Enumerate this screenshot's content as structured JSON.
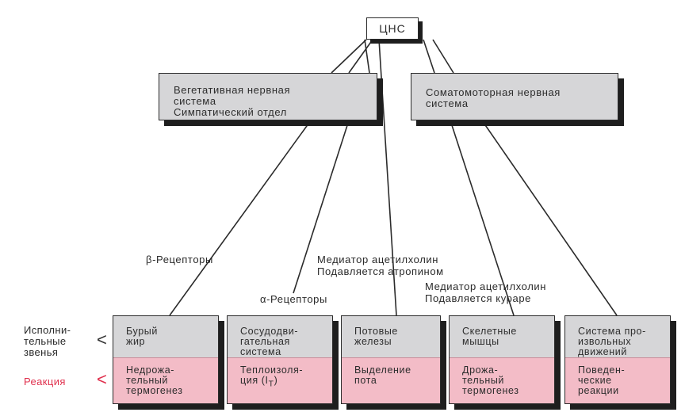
{
  "root": {
    "label": "ЦНС"
  },
  "branches": {
    "vegetative": {
      "label": "Вегетативная нервная\nсистема\nСимпатический отдел"
    },
    "somatomotor": {
      "label": "Соматомоторная нервная\nсистема"
    }
  },
  "row_labels": {
    "effectors": "Исполни-\nтельные\nзвенья",
    "reaction": "Реакция"
  },
  "columns": [
    {
      "effector": "Бурый\nжир",
      "reaction": "Недрожа-\nтельный\nтермогенез"
    },
    {
      "effector": "Сосудодви-\nгательная\nсистема",
      "reaction": "Теплоизоля-\nция (I<sub>T</sub>)"
    },
    {
      "effector": "Потовые\nжелезы",
      "reaction": "Выделение\nпота"
    },
    {
      "effector": "Скелетные\nмышцы",
      "reaction": "Дрожа-\nтельный\nтермогенез"
    },
    {
      "effector": "Система про-\nизвольных\nдвижений",
      "reaction": "Поведен-\nческие\nреакции"
    }
  ],
  "annotations": {
    "beta": "β-Рецепторы",
    "alpha": "α-Рецепторы",
    "mediator1": "Медиатор ацетилхолин\nПодавляется атропином",
    "mediator2": "Медиатор ацетилхолин\nПодавляется кураре"
  },
  "colors": {
    "box_gray": "#d6d6d8",
    "reaction_pink": "#f3bcc7",
    "reaction_label_red": "#e0304d",
    "shadow": "#1e1e1e"
  }
}
